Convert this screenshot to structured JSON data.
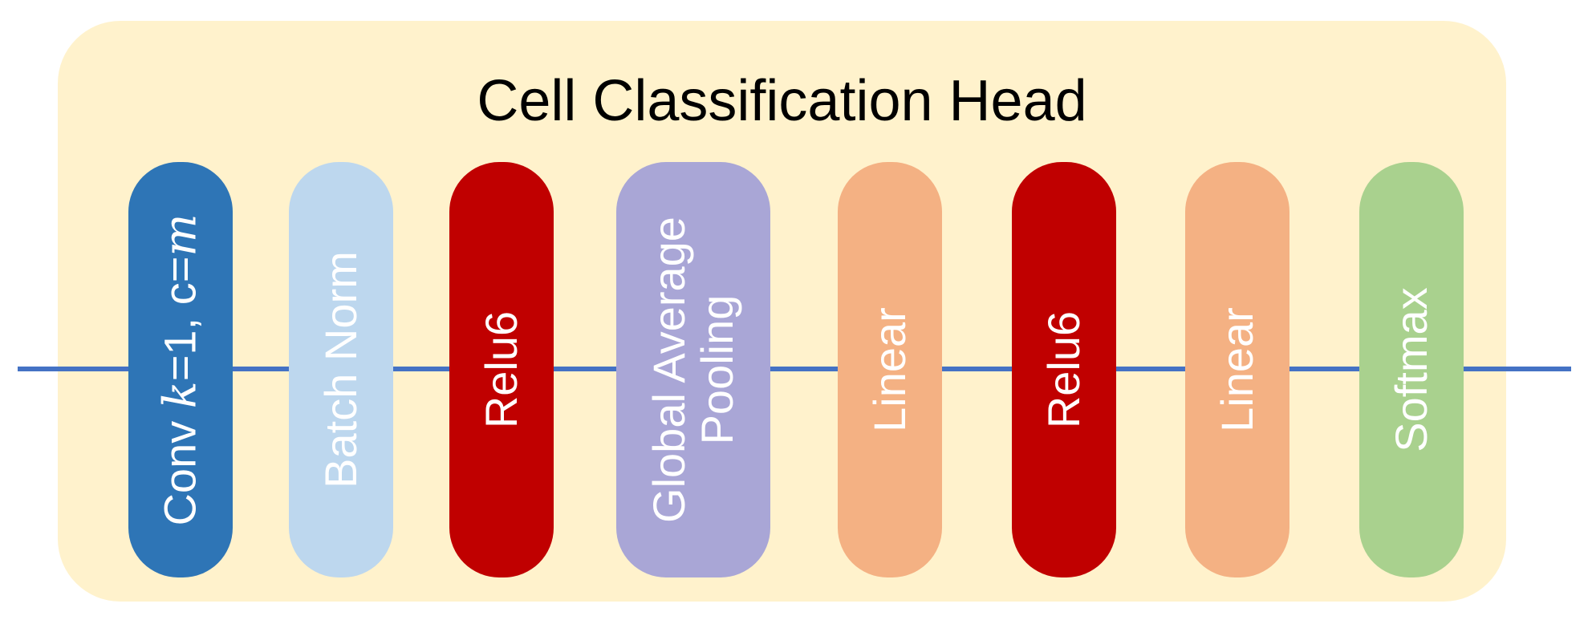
{
  "diagram": {
    "title": "Cell Classification Head",
    "panel_color": "#fff2cc",
    "arrow_color": "#4472c4",
    "text_color": "#ffffff",
    "blocks": [
      {
        "id": "conv",
        "label_parts": [
          "Conv ",
          "k",
          "=1, c=",
          "m"
        ],
        "color": "#2e75b6"
      },
      {
        "id": "batch-norm",
        "lines": [
          "Batch Norm"
        ],
        "color": "#bdd7ee"
      },
      {
        "id": "relu6-1",
        "lines": [
          "Relu6"
        ],
        "color": "#c00000"
      },
      {
        "id": "global-average-pooling",
        "lines": [
          "Global Average",
          "Pooling"
        ],
        "color": "#a9a6d6"
      },
      {
        "id": "linear-1",
        "lines": [
          "Linear"
        ],
        "color": "#f4b183"
      },
      {
        "id": "relu6-2",
        "lines": [
          "Relu6"
        ],
        "color": "#c00000"
      },
      {
        "id": "linear-2",
        "lines": [
          "Linear"
        ],
        "color": "#f4b183"
      },
      {
        "id": "softmax",
        "lines": [
          "Softmax"
        ],
        "color": "#a9d18e"
      }
    ]
  }
}
